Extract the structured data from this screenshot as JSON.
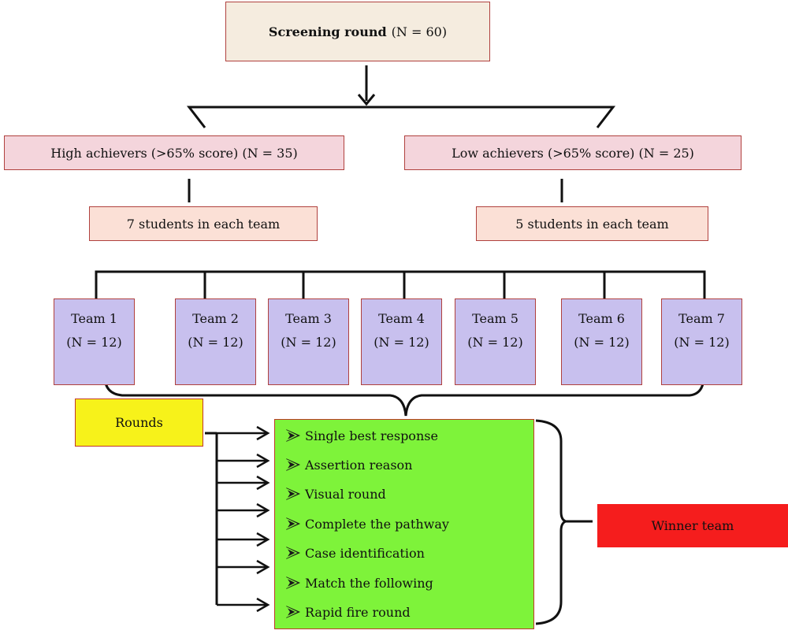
{
  "screening": {
    "label": "Screening round",
    "count": "(N = 60)"
  },
  "groups": {
    "high": "High achievers (>65% score) (N = 35)",
    "low": "Low achievers (>65% score) (N = 25)"
  },
  "team_size": {
    "high": "7 students in each team",
    "low": "5 students in each team"
  },
  "teams": [
    {
      "name": "Team 1",
      "n": "(N = 12)"
    },
    {
      "name": "Team 2",
      "n": "(N = 12)"
    },
    {
      "name": "Team 3",
      "n": "(N = 12)"
    },
    {
      "name": "Team 4",
      "n": "(N = 12)"
    },
    {
      "name": "Team 5",
      "n": "(N = 12)"
    },
    {
      "name": "Team 6",
      "n": "(N = 12)"
    },
    {
      "name": "Team 7",
      "n": "(N = 12)"
    }
  ],
  "rounds_label": "Rounds",
  "rounds": [
    "Single best response",
    "Assertion reason",
    "Visual round",
    "Complete the pathway",
    "Case identification",
    "Match the following",
    "Rapid fire round"
  ],
  "winner": "Winner team",
  "colors": {
    "box_border": "#b0413e",
    "group_fill": "#f4d5dc",
    "team_size_fill": "#fbe0d6",
    "team_fill": "#c8c0ee",
    "rounds_fill": "#f7f21a",
    "round_list_fill": "#7ef33a",
    "winner_fill": "#f51d1d"
  },
  "icons": {
    "round_bullet": "arrow-bullet-icon"
  }
}
